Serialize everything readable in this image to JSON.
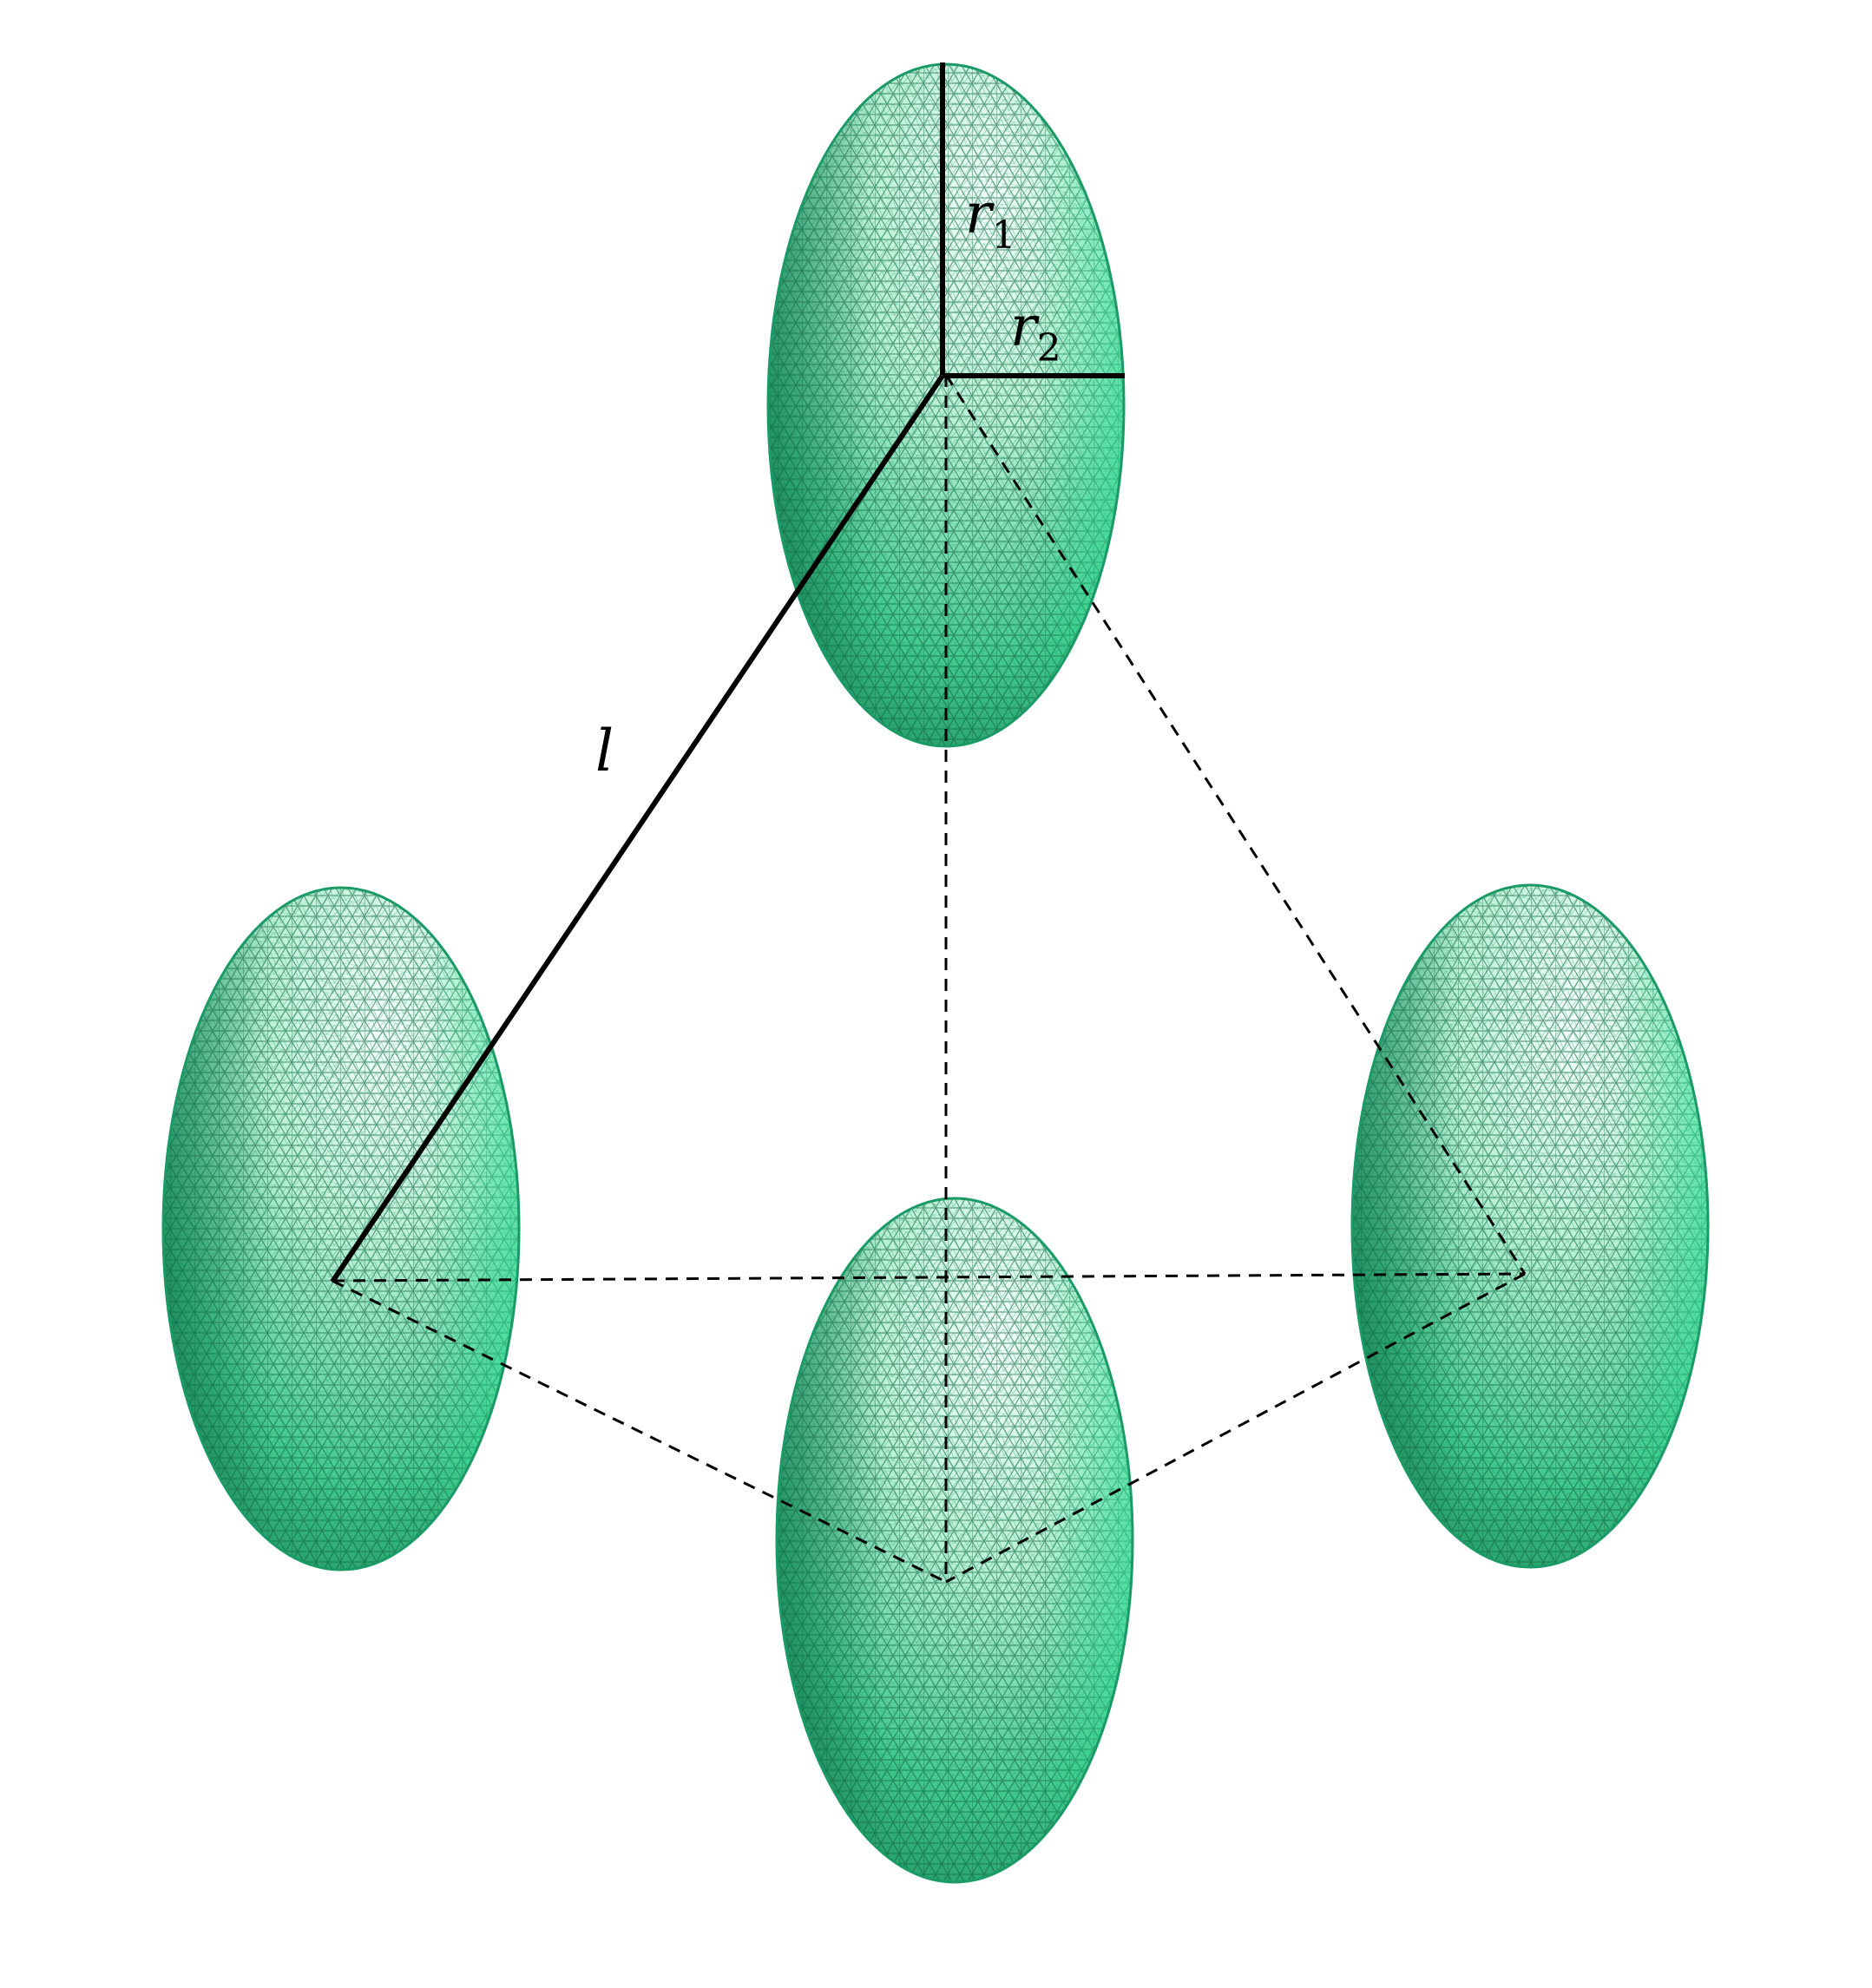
{
  "labels": {
    "r1": {
      "base": "r",
      "sub": "1"
    },
    "r2": {
      "base": "r",
      "sub": "2"
    },
    "l": "l"
  },
  "colors": {
    "mesh_light": "#3fe0a0",
    "mesh_mid": "#22b57a",
    "mesh_dark": "#0c6a43",
    "highlight": "#eefcf5",
    "solid_line": "#000000",
    "dashed_line": "#000000"
  },
  "scene": {
    "ellipsoid_count": 4,
    "description_icons": [
      "ellipsoid-mesh-icon"
    ]
  }
}
